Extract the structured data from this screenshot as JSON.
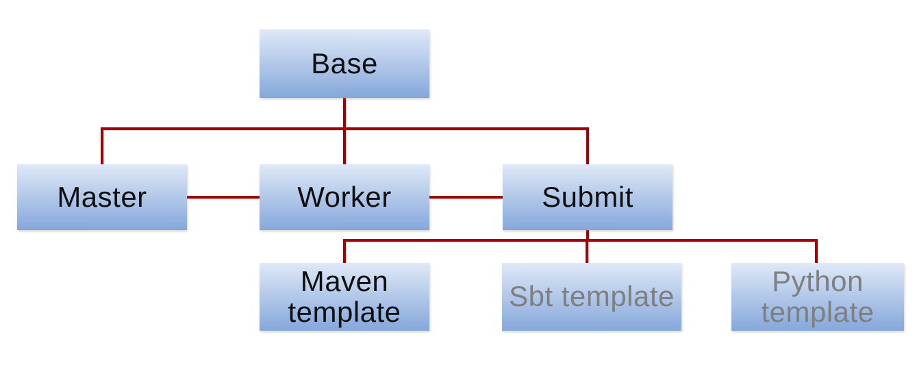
{
  "diagram": {
    "type": "hierarchy",
    "nodes": {
      "base": {
        "label": "Base",
        "text_style": "normal"
      },
      "master": {
        "label": "Master",
        "text_style": "normal"
      },
      "worker": {
        "label": "Worker",
        "text_style": "normal"
      },
      "submit": {
        "label": "Submit",
        "text_style": "normal"
      },
      "maven": {
        "label": "Maven template",
        "text_style": "normal"
      },
      "sbt": {
        "label": "Sbt template",
        "text_style": "muted"
      },
      "python": {
        "label": "Python template",
        "text_style": "muted"
      }
    },
    "edges": [
      {
        "from": "Base",
        "to": "Master"
      },
      {
        "from": "Base",
        "to": "Worker"
      },
      {
        "from": "Base",
        "to": "Submit"
      },
      {
        "from": "Master",
        "to": "Worker"
      },
      {
        "from": "Worker",
        "to": "Submit"
      },
      {
        "from": "Submit",
        "to": "Maven template"
      },
      {
        "from": "Submit",
        "to": "Sbt template"
      },
      {
        "from": "Submit",
        "to": "Python template"
      }
    ]
  },
  "theme": {
    "connector": "#a00000",
    "box-top": "#dfe9f7",
    "box-bottom": "#85a7db",
    "text": "#0f0f0f",
    "text-muted": "#7f7f7f",
    "background": "#ffffff"
  }
}
